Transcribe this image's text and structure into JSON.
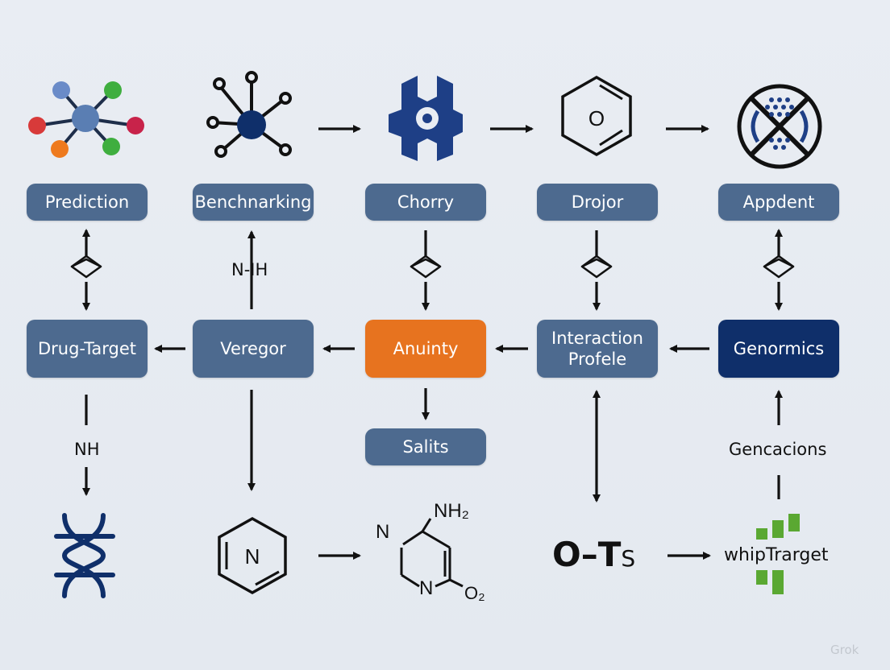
{
  "top_labels": [
    "Prediction",
    "Benchnarking",
    "Chorry",
    "Drojor",
    "Appdent"
  ],
  "middle_nodes": [
    "Drug-Target",
    "Veregor",
    "Anuinty",
    "Interaction\nProfele",
    "Genormics"
  ],
  "salits": "Salits",
  "edge_labels": {
    "n_ih": "N-IH",
    "nh": "NH",
    "gencacions": "Gencacions"
  },
  "chem": {
    "pyridine_n": "N",
    "n": "N",
    "nh2": "NH₂",
    "n2": "N",
    "o2": "O₂",
    "o_ts": "O–T",
    "ts_sub": "S"
  },
  "whip_target": "whipTrarget",
  "watermark": "Grok",
  "colors": {
    "node": "#4d6a8f",
    "accent": "#e7731f",
    "navy": "#0f2f6a",
    "green": "#5aa832",
    "background": "#e9edf3"
  },
  "icons": [
    "network-graph-icon",
    "hub-node-icon",
    "molecule-hex-icon",
    "benzene-ring-icon",
    "crossed-circle-icon",
    "dna-helix-icon",
    "pyridine-ring-icon",
    "green-bars-icon"
  ]
}
